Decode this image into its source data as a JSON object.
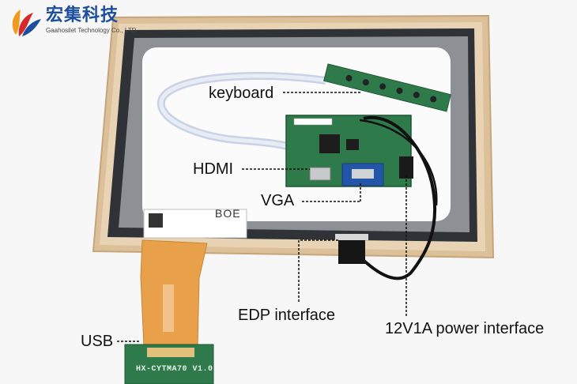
{
  "logo": {
    "name_cn": "宏集科技",
    "name_en": "Gaahosilet Technology Co., LTD"
  },
  "callouts": {
    "keyboard": "keyboard",
    "hdmi": "HDMI",
    "vga": "VGA",
    "edp": "EDP interface",
    "power": "12V1A power interface",
    "usb": "USB"
  },
  "panel_brand": "BOE",
  "board_marking": "HX-CYTMA70 V1.0",
  "colors": {
    "logo_blue": "#1b4f9e",
    "logo_orange": "#f39a1e",
    "logo_red": "#d62a2a",
    "pcb_green": "#2f7a4a",
    "fpc_orange": "#e8a14a",
    "tape_tan": "#d9b98a"
  }
}
